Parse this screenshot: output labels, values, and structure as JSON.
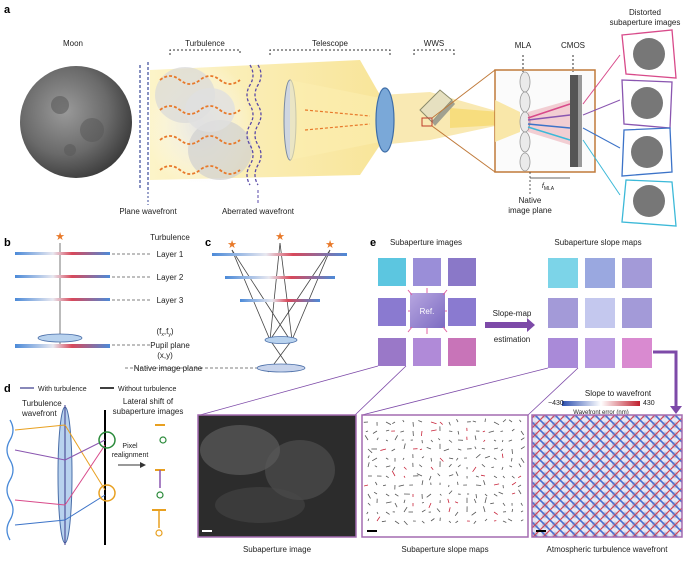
{
  "panels": {
    "a": "a",
    "b": "b",
    "c": "c",
    "d": "d",
    "e": "e"
  },
  "panel_a": {
    "moon": "Moon",
    "turbulence": "Turbulence",
    "telescope": "Telescope",
    "wws": "WWS",
    "mla": "MLA",
    "cmos": "CMOS",
    "distorted_line1": "Distorted",
    "distorted_line2": "subaperture images",
    "plane_wavefront": "Plane wavefront",
    "aberrated_wavefront": "Aberrated wavefront",
    "native_line1": "Native",
    "native_line2": "image plane",
    "fmla": "f",
    "fmla_sub": "MLA"
  },
  "panel_b": {
    "turbulence": "Turbulence",
    "layer1": "Layer 1",
    "layer2": "Layer 2",
    "layer3": "Layer 3",
    "pupil_coord": "(f",
    "pupil_coord_x": "x",
    "pupil_coord_mid": ",f",
    "pupil_coord_y": "y",
    "pupil_coord_end": ")",
    "pupil_plane": "Pupil plane",
    "native_coord": "(x,y)",
    "native_plane": "Native image plane"
  },
  "panel_d": {
    "with_turbulence": "With turbulence",
    "without_turbulence": "Without turbulence",
    "turb_wavefront_1": "Turbulence",
    "turb_wavefront_2": "wavefront",
    "lateral_1": "Lateral shift of",
    "lateral_2": "subaperture images",
    "pixel_1": "Pixel",
    "pixel_2": "realignment"
  },
  "panel_e": {
    "subaperture_images": "Subaperture images",
    "slope_maps_title": "Subaperture slope maps",
    "ref": "Ref.",
    "slope_est_1": "Slope-map",
    "slope_est_2": "estimation",
    "slope_to_wavefront": "Slope to wavefront",
    "colorbar_min": "−430",
    "colorbar_max": "430",
    "colorbar_label": "Wavefront error (nm)",
    "caption_image": "Subaperture image",
    "caption_slope": "Subaperture slope maps",
    "caption_wavefront": "Atmospheric turbulence wavefront"
  },
  "colors": {
    "orange": "#e8792a",
    "purple": "#8a56b0",
    "blue": "#3c73c8",
    "cyan": "#3cb9d8",
    "pink": "#d84a8a",
    "beam": "#f8e79a",
    "red": "#c8243a"
  }
}
